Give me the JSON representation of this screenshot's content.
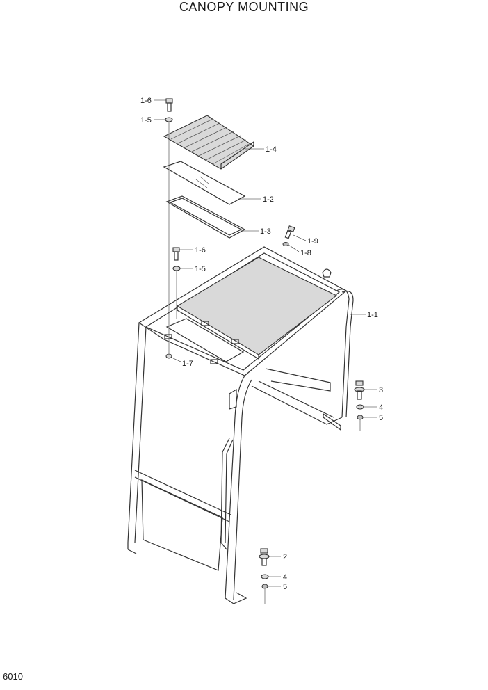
{
  "title": "CANOPY MOUNTING",
  "page_number": "6010",
  "callouts": {
    "c1_6_top": "1-6",
    "c1_5_top": "1-5",
    "c1_4": "1-4",
    "c1_2": "1-2",
    "c1_3": "1-3",
    "c1_9": "1-9",
    "c1_8": "1-8",
    "c1_6_mid": "1-6",
    "c1_5_mid": "1-5",
    "c1_1": "1-1",
    "c1_7": "1-7",
    "c3": "3",
    "c4_right": "4",
    "c5_right": "5",
    "c2": "2",
    "c4_bottom": "4",
    "c5_bottom": "5"
  }
}
